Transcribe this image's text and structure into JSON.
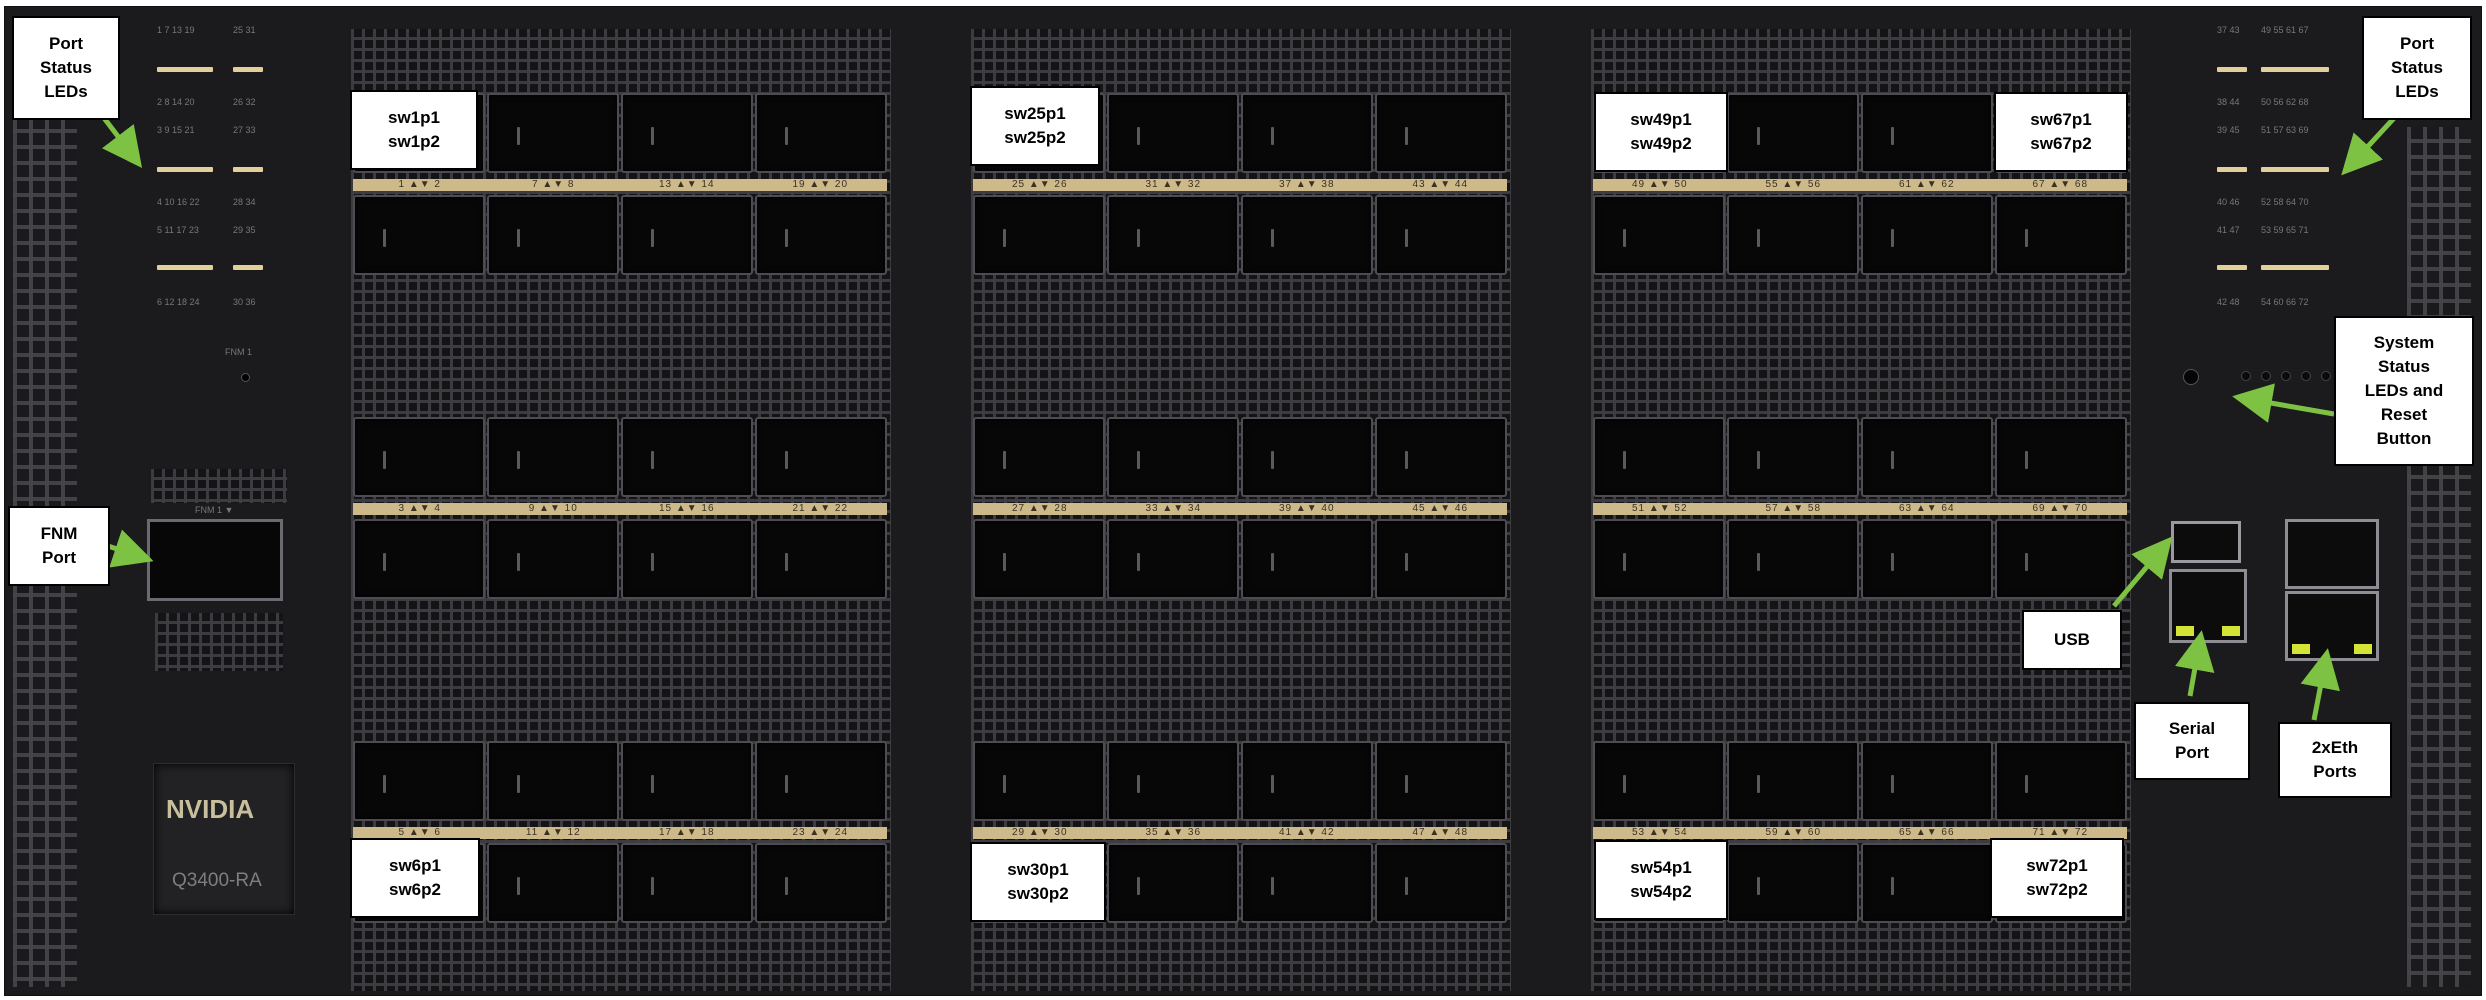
{
  "callouts": {
    "port_status_leds_left": "Port\nStatus\nLEDs",
    "port_status_leds_right": "Port\nStatus\nLEDs",
    "fnm_port": "FNM\nPort",
    "system_status": "System\nStatus\nLEDs and\nReset\nButton",
    "usb": "USB",
    "serial_port": "Serial\nPort",
    "eth_ports": "2xEth\nPorts",
    "sw1": "sw1p1\nsw1p2",
    "sw25": "sw25p1\nsw25p2",
    "sw49": "sw49p1\nsw49p2",
    "sw67": "sw67p1\nsw67p2",
    "sw6": "sw6p1\nsw6p2",
    "sw30": "sw30p1\nsw30p2",
    "sw54": "sw54p1\nsw54p2",
    "sw72": "sw72p1\nsw72p2"
  },
  "strips": {
    "row1": [
      "1 ▲▼ 2",
      "7 ▲▼ 8",
      "13 ▲▼ 14",
      "19 ▲▼ 20",
      "25 ▲▼ 26",
      "31 ▲▼ 32",
      "37 ▲▼ 38",
      "43 ▲▼ 44",
      "49 ▲▼ 50",
      "55 ▲▼ 56",
      "61 ▲▼ 62",
      "67 ▲▼ 68"
    ],
    "row2": [
      "3 ▲▼ 4",
      "9 ▲▼ 10",
      "15 ▲▼ 16",
      "21 ▲▼ 22",
      "27 ▲▼ 28",
      "33 ▲▼ 34",
      "39 ▲▼ 40",
      "45 ▲▼ 46",
      "51 ▲▼ 52",
      "57 ▲▼ 58",
      "63 ▲▼ 64",
      "69 ▲▼ 70"
    ],
    "row3": [
      "5 ▲▼ 6",
      "11 ▲▼ 12",
      "17 ▲▼ 18",
      "23 ▲▼ 24",
      "29 ▲▼ 30",
      "35 ▲▼ 36",
      "41 ▲▼ 42",
      "47 ▲▼ 48",
      "53 ▲▼ 54",
      "59 ▲▼ 60",
      "65 ▲▼ 66",
      "71 ▲▼ 72"
    ]
  },
  "led_labels": {
    "left": [
      "1 7 13 19",
      "25 31",
      "2 8 14 20",
      "26 32",
      "3 9 15 21",
      "27 33",
      "4 10 16 22",
      "28 34",
      "5 11 17 23",
      "29 35",
      "6 12 18 24",
      "30 36"
    ],
    "right": [
      "37 43",
      "49 55 61 67",
      "38 44",
      "50 56 62 68",
      "39 45",
      "51 57 63 69",
      "40 46",
      "52 58 64 70",
      "41 47",
      "53 59 65 71",
      "42 48",
      "54 60 66 72"
    ]
  },
  "silkscreen": {
    "fnm_led_label": "FNM 1",
    "fnm_port_label": "FNM 1 ▼"
  },
  "brand": {
    "logo": "NVIDIA",
    "model": "Q3400-RA"
  },
  "colors": {
    "arrow": "#7dc242",
    "label_strip": "#cdb98a",
    "link_led": "#d3e436"
  }
}
